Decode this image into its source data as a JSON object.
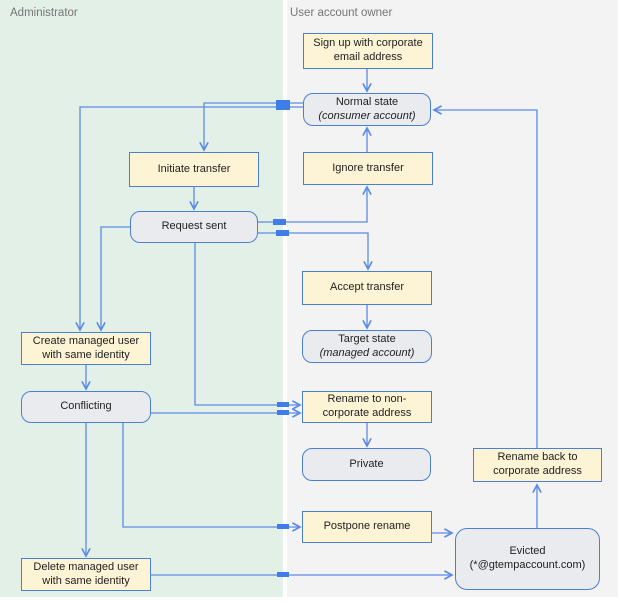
{
  "lanes": {
    "administrator": {
      "label": "Administrator"
    },
    "user": {
      "label": "User account owner"
    }
  },
  "nodes": {
    "signup": {
      "label": "Sign up with corporate email address",
      "kind": "action",
      "lane": "user"
    },
    "normal": {
      "label": "Normal state",
      "sublabel": "(consumer account)",
      "kind": "state",
      "lane": "user"
    },
    "initiate": {
      "label": "Initiate transfer",
      "kind": "action",
      "lane": "administrator"
    },
    "ignore": {
      "label": "Ignore transfer",
      "kind": "action",
      "lane": "user"
    },
    "request": {
      "label": "Request sent",
      "kind": "state",
      "lane": "administrator"
    },
    "accept": {
      "label": "Accept transfer",
      "kind": "action",
      "lane": "user"
    },
    "target": {
      "label": "Target state",
      "sublabel": "(managed account)",
      "kind": "state",
      "lane": "user"
    },
    "create": {
      "label": "Create managed user with same identity",
      "kind": "action",
      "lane": "administrator"
    },
    "conflicting": {
      "label": "Conflicting",
      "kind": "state",
      "lane": "administrator"
    },
    "rename_non": {
      "label": "Rename to non-corporate address",
      "kind": "action",
      "lane": "user"
    },
    "private": {
      "label": "Private",
      "kind": "state",
      "lane": "user"
    },
    "rename_back": {
      "label": "Rename back to corporate address",
      "kind": "action",
      "lane": "user"
    },
    "postpone": {
      "label": "Postpone rename",
      "kind": "action",
      "lane": "user"
    },
    "evicted": {
      "label": "Evicted",
      "sublabel": "(*@gtempaccount.com)",
      "kind": "state",
      "lane": "user"
    },
    "delete": {
      "label": "Delete managed user with same identity",
      "kind": "action",
      "lane": "administrator"
    }
  },
  "edges": [
    {
      "from": "signup",
      "to": "normal"
    },
    {
      "from": "normal",
      "to": "initiate"
    },
    {
      "from": "normal",
      "to": "create"
    },
    {
      "from": "ignore",
      "to": "normal"
    },
    {
      "from": "initiate",
      "to": "request"
    },
    {
      "from": "request",
      "to": "ignore"
    },
    {
      "from": "request",
      "to": "accept"
    },
    {
      "from": "request",
      "to": "create"
    },
    {
      "from": "request",
      "to": "rename_non"
    },
    {
      "from": "accept",
      "to": "target"
    },
    {
      "from": "create",
      "to": "conflicting"
    },
    {
      "from": "conflicting",
      "to": "rename_non"
    },
    {
      "from": "conflicting",
      "to": "delete"
    },
    {
      "from": "conflicting",
      "to": "postpone"
    },
    {
      "from": "rename_non",
      "to": "private"
    },
    {
      "from": "postpone",
      "to": "evicted"
    },
    {
      "from": "delete",
      "to": "evicted"
    },
    {
      "from": "evicted",
      "to": "rename_back"
    },
    {
      "from": "rename_back",
      "to": "normal"
    }
  ],
  "colors": {
    "lane_admin_bg": "#e3f0e7",
    "lane_user_bg": "#f3f3f4",
    "action_fill": "#fdf3d5",
    "state_fill": "#e9ebef",
    "node_border": "#4d7fd0",
    "edge_line": "#5b8be6",
    "boundary_marker": "#3f7ee8",
    "lane_title_text": "#757575",
    "node_text": "#1f1f1f"
  }
}
